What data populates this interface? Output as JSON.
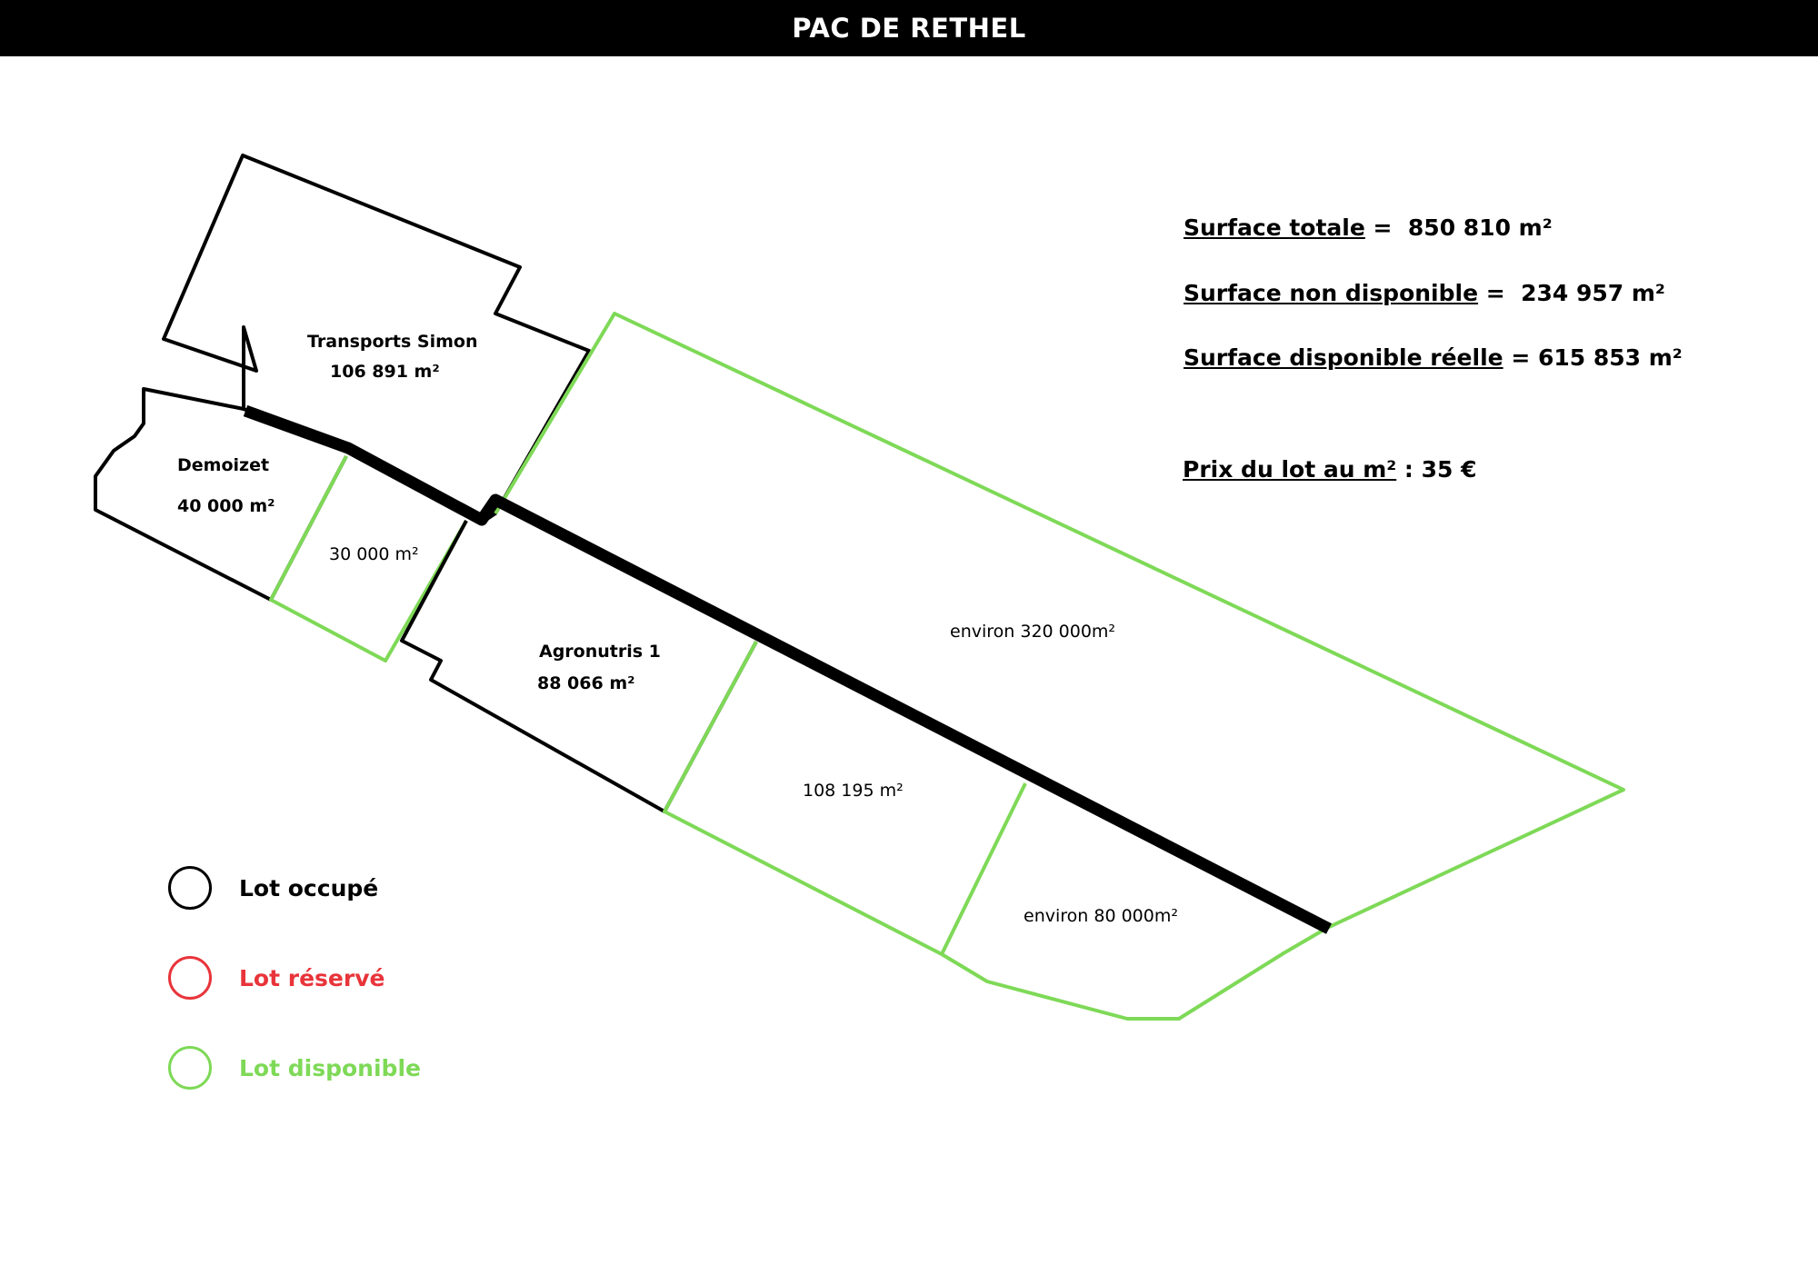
{
  "title": "PAC DE RETHEL",
  "colors": {
    "occupied": "#000000",
    "reserved": "#e8343a",
    "available": "#7ed957"
  },
  "lots": {
    "transports_simon": {
      "name": "Transports Simon",
      "area": "106 891 m²",
      "status": "occupied"
    },
    "demoizet": {
      "name": "Demoizet",
      "area": "40 000 m²",
      "status": "occupied"
    },
    "agronutris": {
      "name": "Agronutris 1",
      "area": "88 066 m²",
      "status": "occupied"
    },
    "lot_30000": {
      "area": "30 000 m²",
      "status": "available"
    },
    "lot_320000": {
      "area": "environ 320 000m²",
      "status": "available"
    },
    "lot_108195": {
      "area": "108 195 m²",
      "status": "available"
    },
    "lot_80000": {
      "area": "environ 80 000m²",
      "status": "available"
    }
  },
  "stats": {
    "total_label": "Surface totale",
    "total_value": " =  850 810 m²",
    "non_dispo_label": "Surface non disponible",
    "non_dispo_value": " =  234 957 m²",
    "dispo_label": "Surface disponible réelle",
    "dispo_value": " = 615 853 m²",
    "prix_label": "Prix du lot au m²",
    "prix_value": " : 35 €"
  },
  "legend": [
    {
      "label": "Lot occupé",
      "color": "#000000"
    },
    {
      "label": "Lot réservé",
      "color": "#e8343a"
    },
    {
      "label": "Lot disponible",
      "color": "#7ed957"
    }
  ]
}
